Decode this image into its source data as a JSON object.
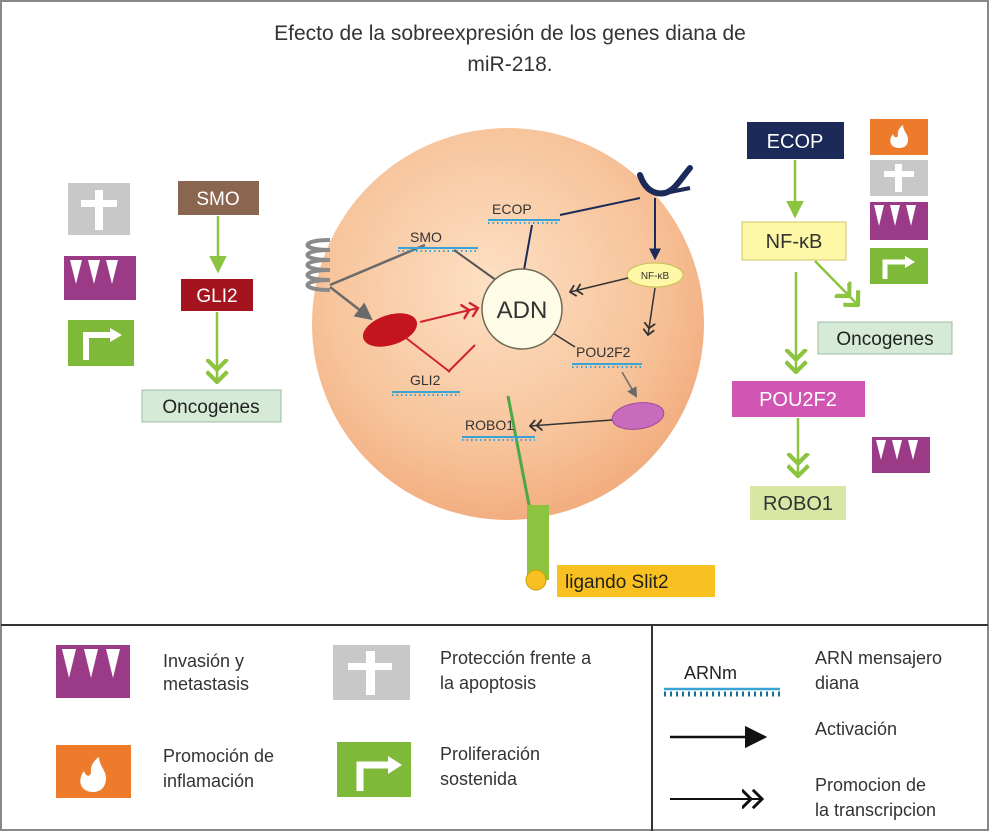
{
  "title_line1": "Efecto de la sobreexpresión de los genes diana de",
  "title_line2": "miR-218.",
  "center": {
    "adn": "ADN",
    "smo": "SMO",
    "ecop": "ECOP",
    "nfkb": "NF-κB",
    "pou2f2": "POU2F2",
    "gli2": "GLI2",
    "robo1": "ROBO1",
    "ligand": "ligando Slit2"
  },
  "left_pathway": {
    "smo": "SMO",
    "gli2": "GLI2",
    "oncogenes": "Oncogenes"
  },
  "right_pathway": {
    "ecop": "ECOP",
    "nfkb": "NF-κB",
    "oncogenes": "Oncogenes",
    "pou2f2": "POU2F2",
    "robo1": "ROBO1"
  },
  "legend": {
    "invasion_1": "Invasión y",
    "invasion_2": "metastasis",
    "apoptosis_1": "Protección frente a",
    "apoptosis_2": "la apoptosis",
    "inflammation_1": "Promoción de",
    "inflammation_2": "inflamación",
    "proliferation_1": "Proliferación",
    "proliferation_2": "sostenida",
    "mrna_tag": "ARNm",
    "mrna_1": "ARN mensajero",
    "mrna_2": "diana",
    "activation": "Activación",
    "transcription_1": "Promocion de",
    "transcription_2": "la transcripcion"
  },
  "colors": {
    "cell": "#f7c39a",
    "purple": "#9b3a86",
    "gray": "#c8c8c8",
    "green": "#7fb93a",
    "orange": "#ee7b2b",
    "smo_brown": "#8a6650",
    "gli2_red": "#a4141e",
    "ecop_navy": "#1c2a5a",
    "nfkb_yellow": "#fdf7a6",
    "pou2f2_magenta": "#d156b3",
    "oncogenes_bg": "#d5ead7",
    "robo1_bg": "#d8e8a4",
    "slit2_bg": "#f8c020",
    "mrna_blue": "#3aa3d6"
  }
}
